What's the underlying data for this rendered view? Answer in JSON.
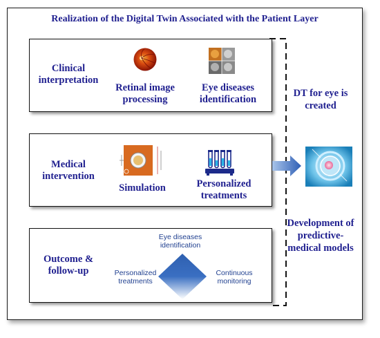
{
  "title": "Realization of the Digital Twin Associated with the Patient Layer",
  "sections": {
    "clinical": {
      "label": "Clinical interpretation",
      "item1": "Retinal image processing",
      "item2": "Eye diseases identification"
    },
    "medical": {
      "label": "Medical intervention",
      "item1": "Simulation",
      "item2": "Personalized treatments"
    },
    "outcome": {
      "label": "Outcome & follow-up",
      "top": "Eye diseases identification",
      "left": "Personalized treatments",
      "right": "Continuous monitoring"
    }
  },
  "side": {
    "top": "DT for eye is created",
    "bottom": "Development of predictive-medical models"
  },
  "colors": {
    "text": "#1f1f8f",
    "accent": "#3a6fc2"
  },
  "icons": {
    "retina": "retina-photo-icon",
    "eye_scan": "eye-scan-images-icon",
    "simulation": "eye-simulation-icon",
    "test_tubes": "test-tubes-icon",
    "arrow": "right-arrow-icon",
    "digital_eye": "digital-eye-icon"
  }
}
